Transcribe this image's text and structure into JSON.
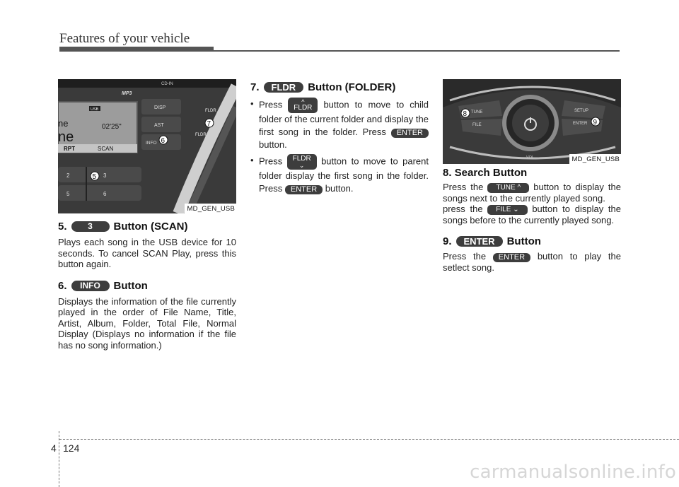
{
  "header": {
    "title": "Features of your vehicle"
  },
  "col1": {
    "photo": {
      "caption": "MD_GEN_USB",
      "labels": {
        "cdin": "CD-IN",
        "mp3": "MP3",
        "usb": "USB",
        "time": "02'25\"",
        "title_frag": "ne",
        "disp": "DISP",
        "ast": "AST",
        "info": "INFO",
        "rpt": "RPT",
        "scan": "SCAN",
        "key2": "2",
        "key3": "3",
        "key5": "5",
        "key6": "6",
        "fldr_up": "FLDR",
        "fldr_down": "FLDR",
        "callout5": "5",
        "callout6": "6",
        "callout7": "7"
      }
    },
    "s5": {
      "num": "5.",
      "badge": "3",
      "title": "Button (SCAN)",
      "text": "Plays each song in the USB device for 10 seconds. To cancel SCAN Play, press this button again."
    },
    "s6": {
      "num": "6.",
      "badge": "INFO",
      "title": "Button",
      "text": "Displays the information of the file currently played in the order of File Name, Title, Artist, Album, Folder, Total File, Normal Display (Displays no information if the file has no song information.)"
    }
  },
  "col2": {
    "s7": {
      "num": "7.",
      "badge": "FLDR",
      "title": "Button (FOLDER)",
      "b1_pre": "Press",
      "b1_btn": "FLDR",
      "b1_post": "button to move to child folder of the current folder and display the first song in the folder. Press",
      "b1_enter": "ENTER",
      "b1_end": "button.",
      "b2_pre": "Press",
      "b2_btn": "FLDR",
      "b2_post": "button to move to parent folder display the first song in the folder. Press",
      "b2_enter": "ENTER",
      "b2_end": "button."
    }
  },
  "col3": {
    "photo": {
      "caption": "MD_GEN_USB",
      "labels": {
        "tune": "TUNE",
        "file": "FILE",
        "setup": "SETUP",
        "enter": "ENTER",
        "vol": "VOL",
        "callout8": "8",
        "callout9": "9"
      }
    },
    "s8": {
      "title": "8. Search Button",
      "l1_pre": "Press the",
      "l1_btn": "TUNE",
      "l1_post": "button to display the songs next to the currently played song.",
      "l2_pre": "press the",
      "l2_btn": "FILE",
      "l2_post": "button to display the songs before to the currently played song."
    },
    "s9": {
      "num": "9.",
      "badge": "ENTER",
      "title": "Button",
      "l_pre": "Press the",
      "l_btn": "ENTER",
      "l_post": "button to play the setlect song."
    }
  },
  "footer": {
    "chapter": "4",
    "page": "124",
    "watermark": "carmanualsonline.info"
  }
}
